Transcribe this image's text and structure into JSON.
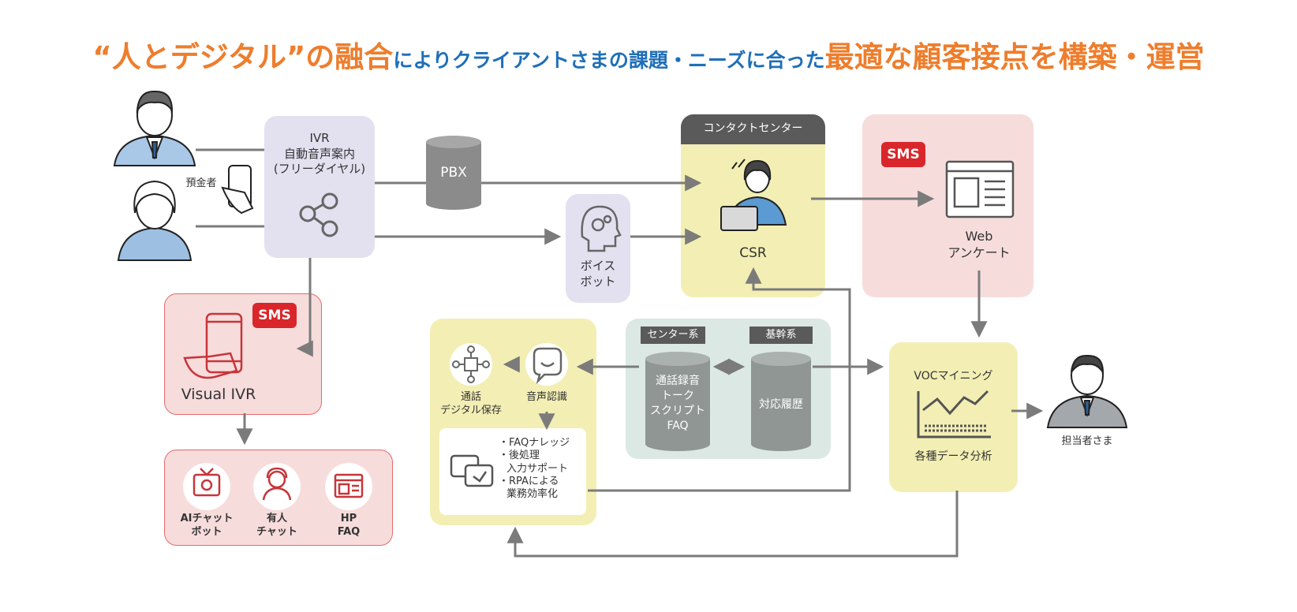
{
  "headline": {
    "part1": "“人とデジタル”の融合",
    "part2": "によりクライアントさまの課題・ニーズに合った",
    "part3": "最適な顧客接点を構築・運営"
  },
  "customer_label": "預金者",
  "ivr": {
    "title": "IVR",
    "line2": "自動音声案内",
    "line3": "(フリーダイヤル)"
  },
  "pbx": "PBX",
  "voicebot": {
    "line1": "ボイス",
    "line2": "ボット"
  },
  "contact_center": {
    "header": "コンタクトセンター",
    "label": "CSR"
  },
  "sms": "SMS",
  "web": {
    "line1": "Web",
    "line2": "アンケート"
  },
  "visual_ivr": "Visual IVR",
  "channels": [
    {
      "line1": "AIチャット",
      "line2": "ボット"
    },
    {
      "line1": "有人",
      "line2": "チャット"
    },
    {
      "line1": "HP",
      "line2": "FAQ"
    }
  ],
  "digital": {
    "storage_line1": "通話",
    "storage_line2": "デジタル保存",
    "speech": "音声認識",
    "bullets": [
      "・FAQナレッジ",
      "・後処理",
      "入力サポート",
      "・RPAによる",
      "業務効率化"
    ]
  },
  "systems": {
    "center_tag": "センター系",
    "core_tag": "基幹系",
    "center_db": [
      "通話録音",
      "トーク",
      "スクリプト",
      "FAQ"
    ],
    "core_db": "対応履歴"
  },
  "voc": {
    "title": "VOCマイニング",
    "subtitle": "各種データ分析"
  },
  "manager_label": "担当者さま",
  "colors": {
    "orange": "#ee7d2c",
    "blue": "#1f6fb8",
    "ivr_bg": "#e3e0f0",
    "yellow_bg": "#f3efb4",
    "pink_bg": "#f7dcdc",
    "teal_bg": "#dbe8e4",
    "sms_red": "#d9262a",
    "arrow_gray": "#7b7b7b"
  }
}
